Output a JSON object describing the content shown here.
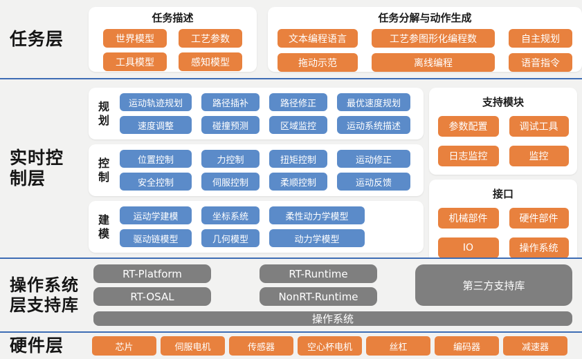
{
  "palette": {
    "orange": "#E8813E",
    "blue": "#5B8BC9",
    "gray": "#7F7F7F",
    "divider_blue": "#3D6CB4",
    "section_bg": "#F2F2F1",
    "card_bg": "#FFFFFF",
    "chip_text": "#FFFFFF",
    "label_text": "#151515"
  },
  "task_layer": {
    "label": "任务层",
    "desc_card": {
      "title": "任务描述",
      "items": [
        "世界模型",
        "工艺参数",
        "工具模型",
        "感知模型"
      ]
    },
    "decomp_card": {
      "title": "任务分解与动作生成",
      "items": [
        "文本编程语言",
        "工艺参图形化编程数",
        "自主规划",
        "拖动示范",
        "离线编程",
        "语音指令"
      ]
    }
  },
  "realtime_layer": {
    "label": "实时控制层",
    "planning": {
      "label": "规划",
      "items": [
        "运动轨迹规划",
        "路径插补",
        "路径修正",
        "最优速度规划",
        "速度调整",
        "碰撞预测",
        "区域监控",
        "运动系统描述"
      ]
    },
    "control": {
      "label": "控制",
      "items": [
        "位置控制",
        "力控制",
        "扭矩控制",
        "运动修正",
        "安全控制",
        "伺服控制",
        "柔顺控制",
        "运动反馈"
      ]
    },
    "modeling": {
      "label": "建模",
      "items": [
        "运动学建模",
        "坐标系统",
        "柔性动力学模型",
        "驱动链模型",
        "几何模型",
        "动力学模型"
      ]
    },
    "support_card": {
      "title": "支持模块",
      "items": [
        "参数配置",
        "调试工具",
        "日志监控",
        "监控"
      ]
    },
    "interface_card": {
      "title": "接口",
      "items": [
        "机械部件",
        "硬件部件",
        "IO",
        "操作系统"
      ]
    }
  },
  "os_layer": {
    "label": "操作系统层支持库",
    "rt_platform": "RT-Platform",
    "rt_osal": "RT-OSAL",
    "rt_runtime": "RT-Runtime",
    "nonrt_runtime": "NonRT-Runtime",
    "third_party": "第三方支持库",
    "os_bar": "操作系统"
  },
  "hardware_layer": {
    "label": "硬件层",
    "items": [
      "芯片",
      "伺服电机",
      "传感器",
      "空心杯电机",
      "丝杠",
      "编码器",
      "减速器"
    ]
  }
}
